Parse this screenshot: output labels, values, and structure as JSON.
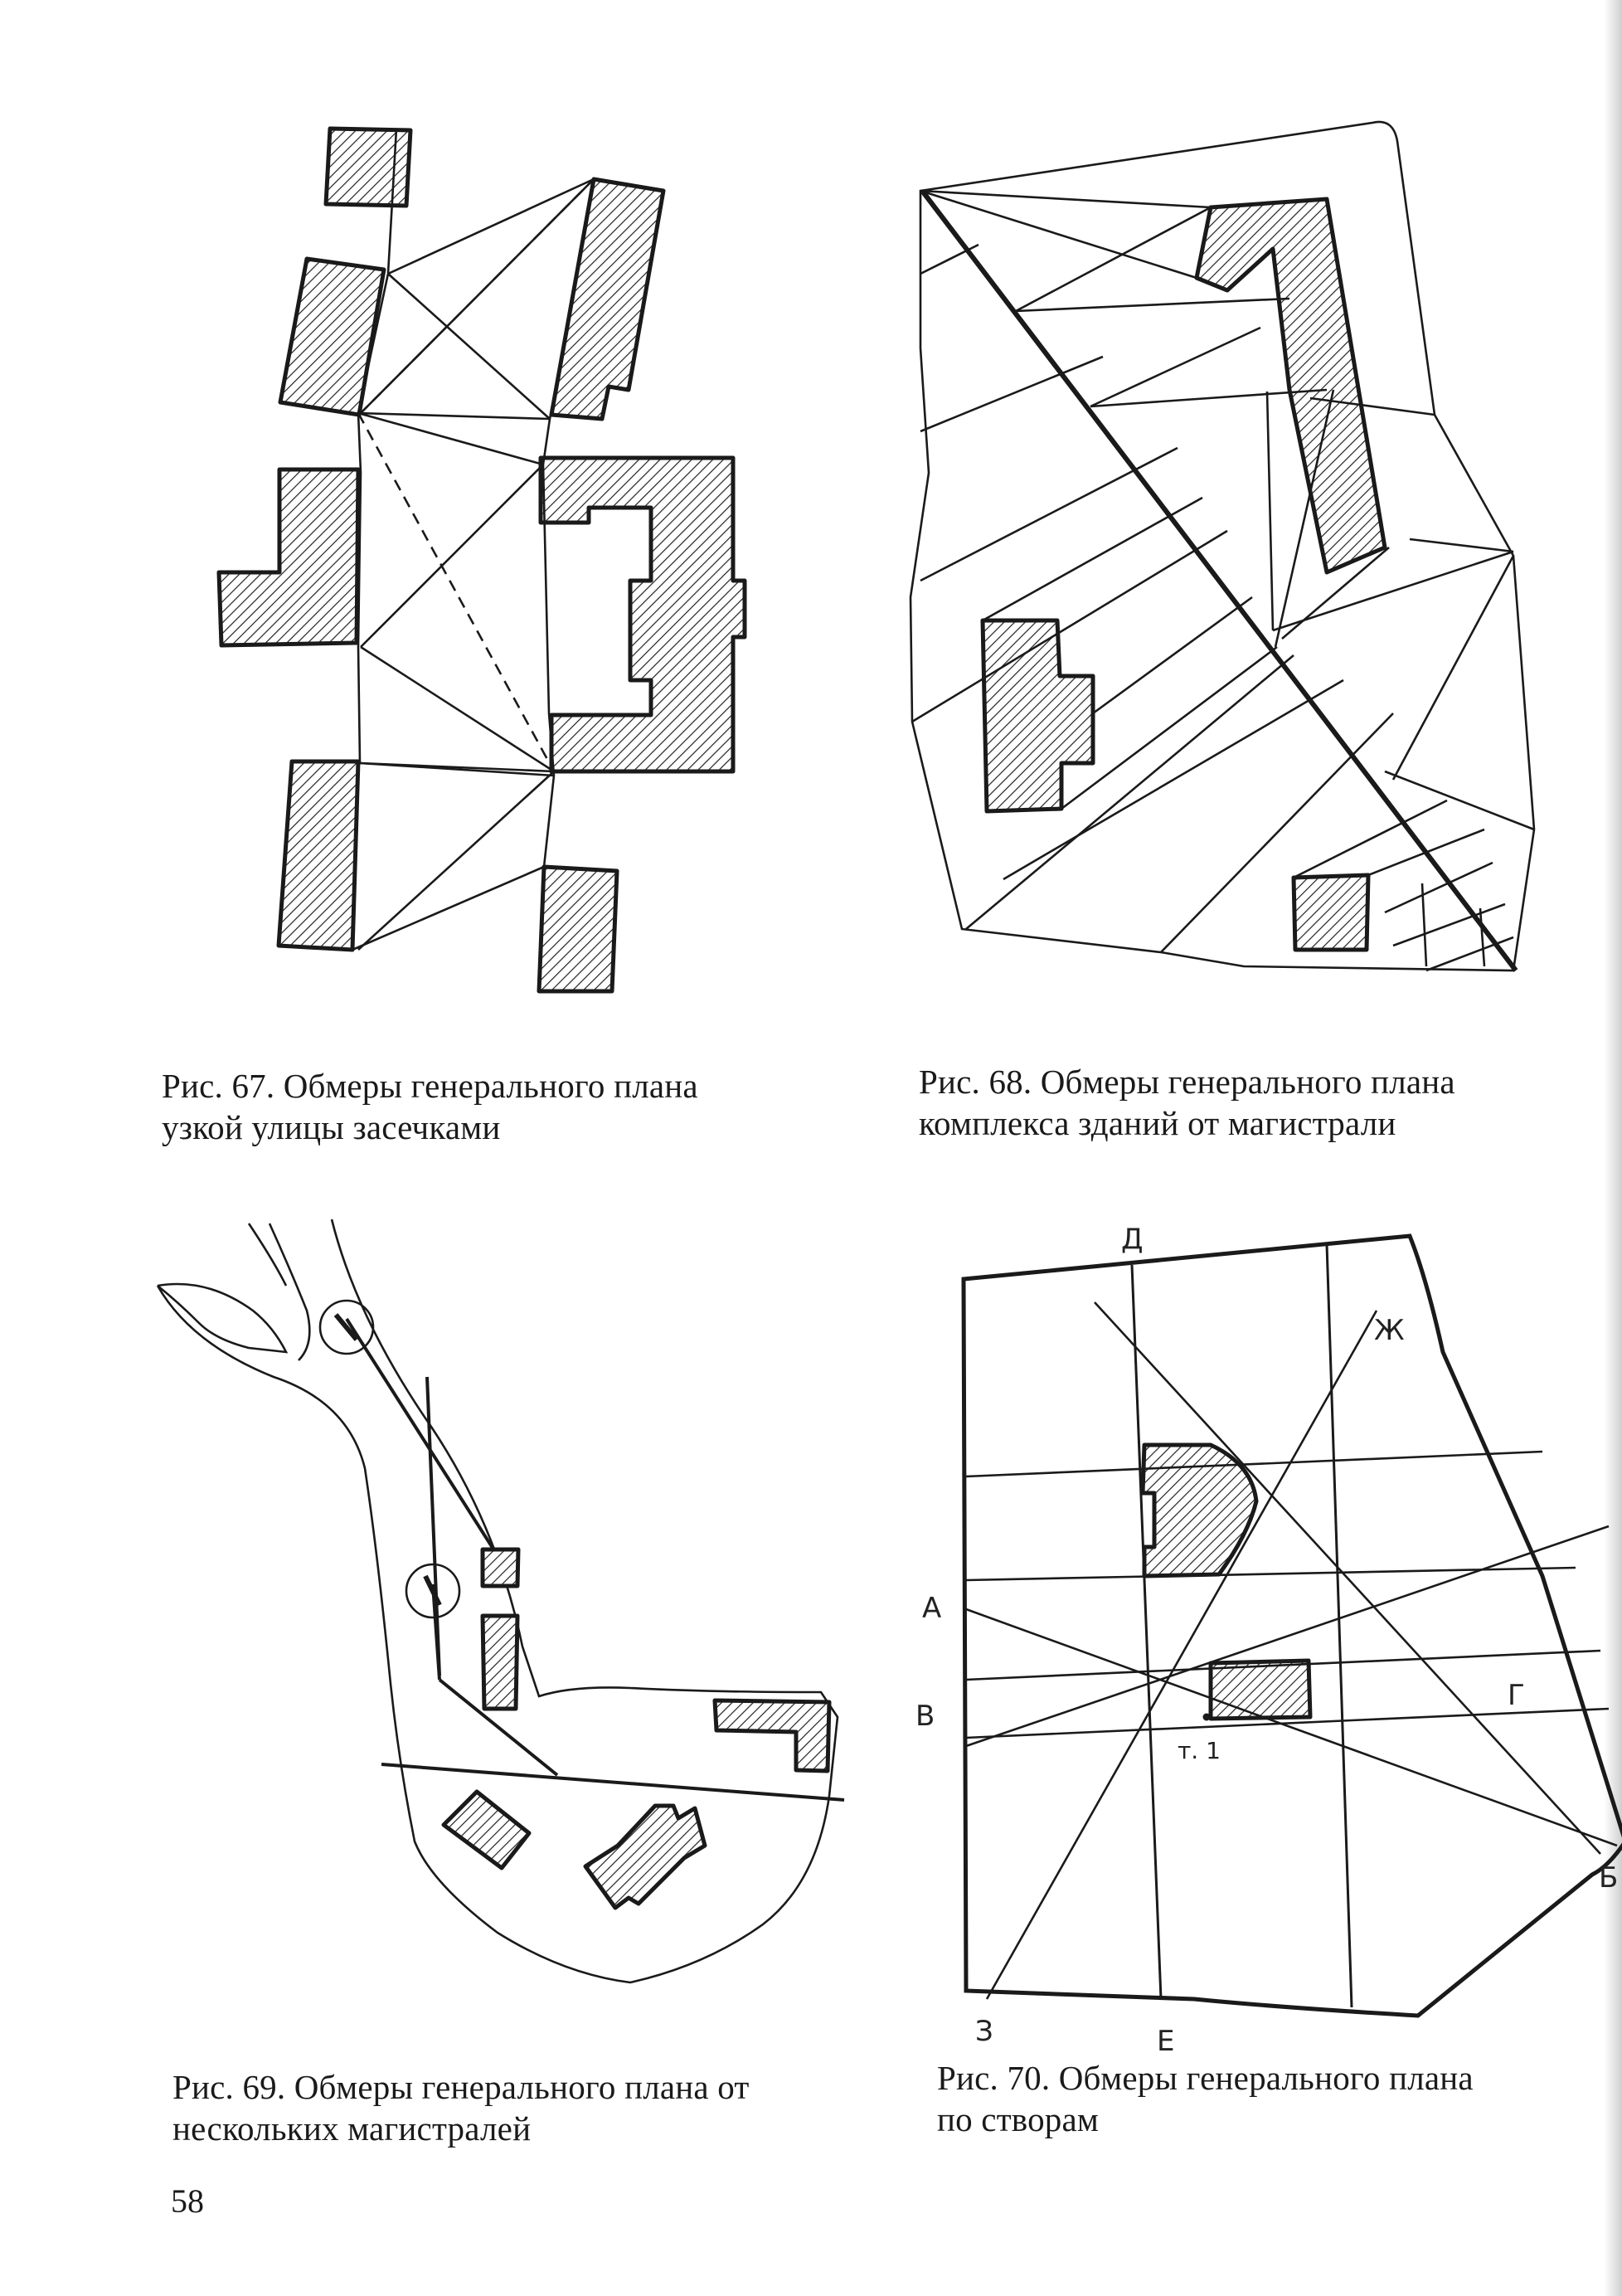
{
  "page_number": "58",
  "figures": [
    {
      "caption_lines": [
        "Рис. 67. Обмеры генерального плана",
        "узкой улицы засечками"
      ]
    },
    {
      "caption_lines": [
        "Рис. 68. Обмеры генерального плана",
        "комплекса зданий от магистрали"
      ]
    },
    {
      "caption_lines": [
        "Рис. 69. Обмеры генерального плана от",
        "нескольких магистралей"
      ]
    },
    {
      "caption_lines": [
        "Рис. 70. Обмеры генерального плана",
        "по створам"
      ]
    }
  ],
  "fig70_labels": {
    "d": "Д",
    "zh": "Ж",
    "a": "А",
    "v": "В",
    "g": "Г",
    "b": "Б",
    "z": "З",
    "e": "Е",
    "t1": "т. 1"
  },
  "colors": {
    "ink": "#1a1a1a",
    "paper": "#ffffff"
  }
}
